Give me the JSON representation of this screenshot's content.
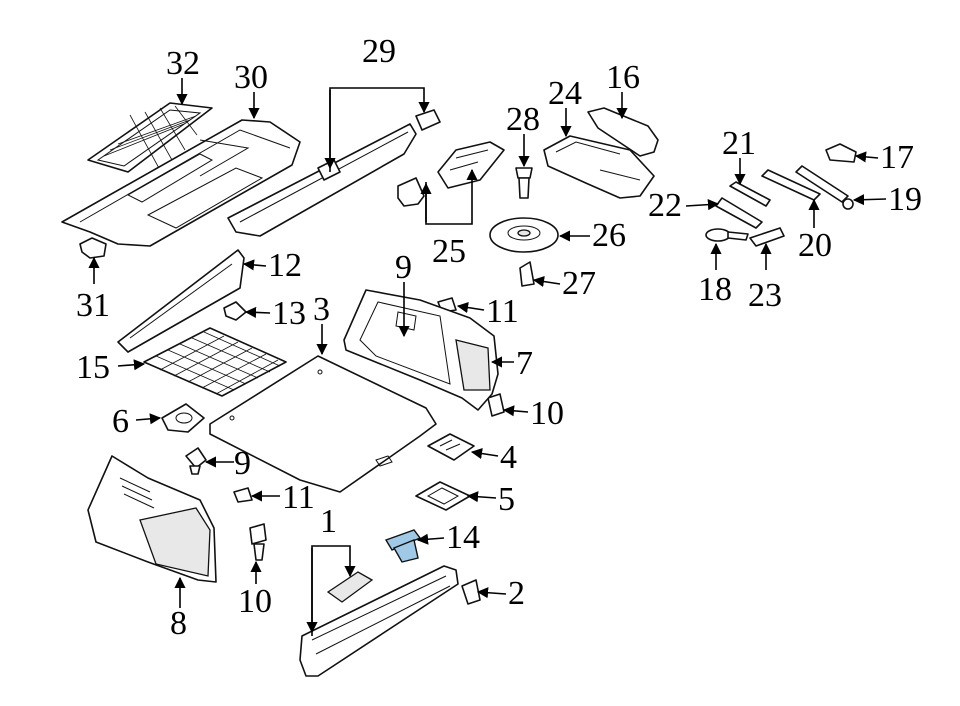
{
  "callouts": {
    "c1": "1",
    "c2": "2",
    "c3": "3",
    "c4": "4",
    "c5": "5",
    "c6": "6",
    "c7": "7",
    "c8": "8",
    "c9a": "9",
    "c9b": "9",
    "c10a": "10",
    "c10b": "10",
    "c11a": "11",
    "c11b": "11",
    "c12": "12",
    "c13": "13",
    "c14": "14",
    "c15": "15",
    "c16": "16",
    "c17": "17",
    "c18": "18",
    "c19": "19",
    "c20": "20",
    "c21": "21",
    "c22": "22",
    "c23": "23",
    "c24": "24",
    "c25": "25",
    "c26": "26",
    "c27": "27",
    "c28": "28",
    "c29": "29",
    "c30": "30",
    "c31": "31",
    "c32": "32"
  },
  "colors": {
    "line": "#111111",
    "highlight": "#9fc9e6",
    "background": "#ffffff"
  }
}
